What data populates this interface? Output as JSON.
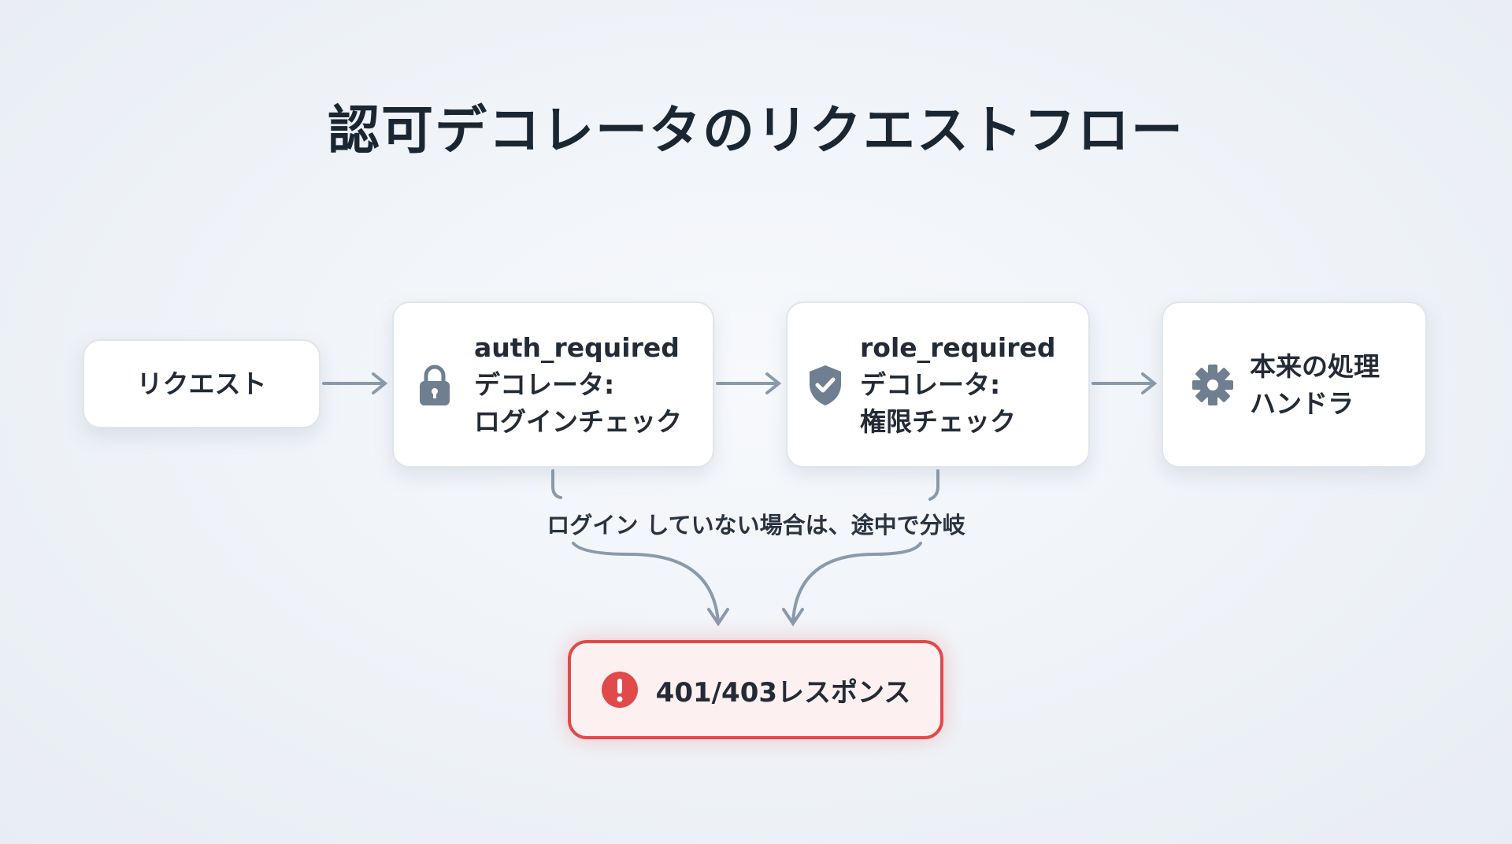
{
  "title": "認可デコレータのリクエストフロー",
  "nodes": {
    "request": {
      "label": "リクエスト"
    },
    "auth": {
      "line1": "auth_required",
      "line2": "デコレータ:",
      "line3": "ログインチェック",
      "icon": "lock-icon"
    },
    "role": {
      "line1": "role_required",
      "line2": "デコレータ:",
      "line3": "権限チェック",
      "icon": "shield-check-icon"
    },
    "handler": {
      "line1": "本来の処理",
      "line2": "ハンドラ",
      "icon": "gear-icon"
    }
  },
  "branch_label": "ログイン していない場合は、途中で分岐",
  "error": {
    "label": "401/403レスポンス",
    "icon": "exclamation-circle-icon"
  },
  "colors": {
    "connector": "#8a9aab",
    "error": "#e04a4a",
    "icon": "#6f7f91"
  }
}
